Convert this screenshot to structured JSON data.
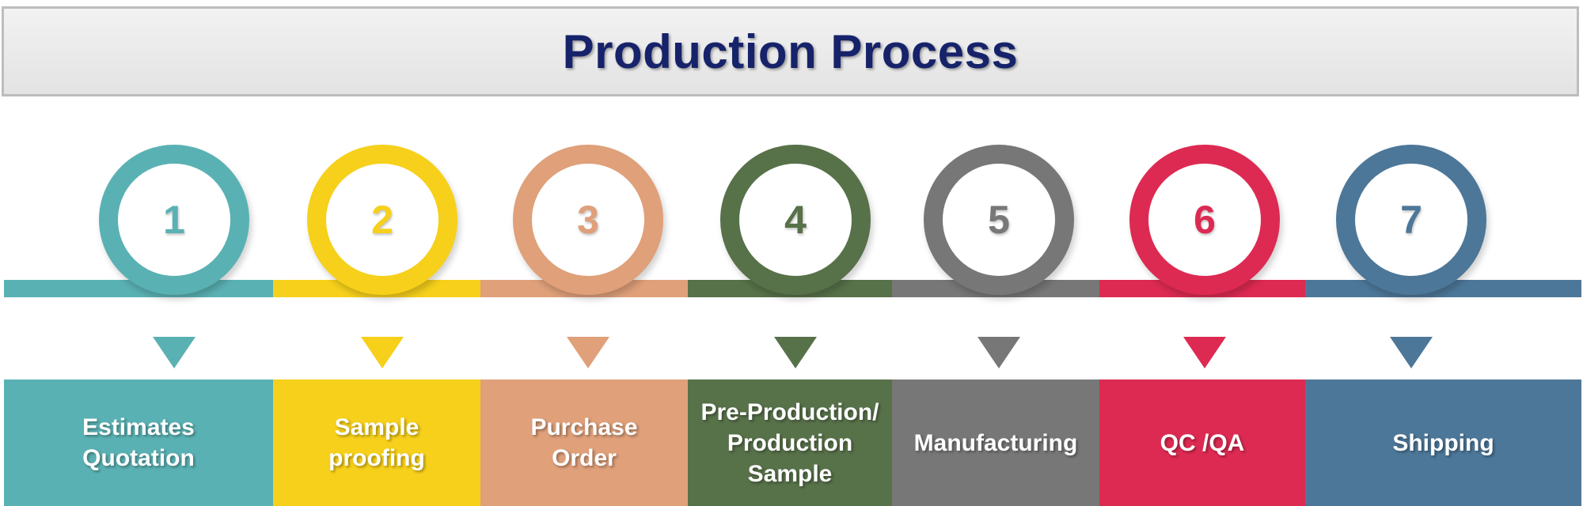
{
  "header": {
    "title": "Production Process"
  },
  "steps": [
    {
      "number": "1",
      "label": "Estimates\nQuotation",
      "color": "#5ab1b3"
    },
    {
      "number": "2",
      "label": "Sample\nproofing",
      "color": "#f6d01a"
    },
    {
      "number": "3",
      "label": "Purchase\nOrder",
      "color": "#dfa07a"
    },
    {
      "number": "4",
      "label": "Pre-Production/\nProduction\nSample",
      "color": "#577149"
    },
    {
      "number": "5",
      "label": "Manufacturing",
      "color": "#777777"
    },
    {
      "number": "6",
      "label": "QC /QA",
      "color": "#dd2a52"
    },
    {
      "number": "7",
      "label": "Shipping",
      "color": "#4d7798"
    }
  ]
}
